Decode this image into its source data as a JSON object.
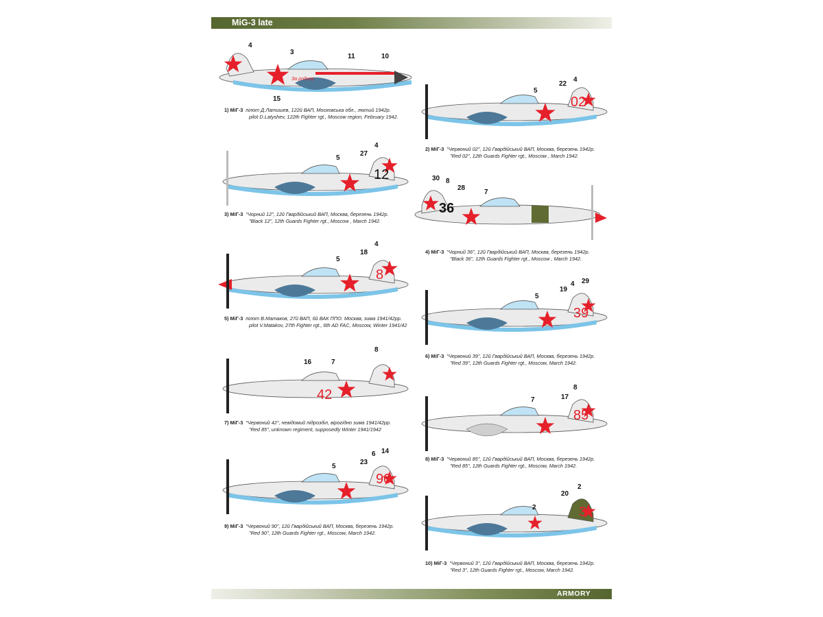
{
  "header": {
    "title": "MiG-3 late"
  },
  "footer": {
    "brand": "ARMORY"
  },
  "colors": {
    "star": "#e5202a",
    "underside": "#7cc4e8",
    "metal": "#e8e8e8",
    "dark_panel": "#4d7898",
    "band": "#5f6b32"
  },
  "profiles": [
    {
      "id": 1,
      "num": "1) МіГ-3",
      "line1": "пілот Д.Латишев, 122й ВАП, Московська обл., лютий 1942р.",
      "line2": "pilot D.Latyshev, 122th Fighter rgt., Moscow region, February 1942.",
      "inscription": "За родину",
      "callouts": [
        "4",
        "3",
        "11",
        "10",
        "15"
      ]
    },
    {
      "id": 2,
      "num": "2) МіГ-3",
      "line1": "\"Червоний 02\", 12й Гвардійський ВАП, Москва, березень 1942р.",
      "line2": "\"Red 02\", 12th Guards Fighter rgt., Moscow , March 1942.",
      "tail_number": "02",
      "callouts": [
        "5",
        "22",
        "4"
      ]
    },
    {
      "id": 3,
      "num": "3) МіГ-3",
      "line1": "\"Чорний 12\", 12й Гвардійський ВАП, Москва, березень 1942р.",
      "line2": "\"Black 12\", 12th Guards Fighter rgt., Moscow , March 1942.",
      "tail_number": "12",
      "callouts": [
        "5",
        "27",
        "4"
      ]
    },
    {
      "id": 4,
      "num": "4) МіГ-3",
      "line1": "\"Чорний 36\", 12й Гвардійський ВАП, Москва, березень 1942р.",
      "line2": "\"Black 36\", 12th Guards Fighter rgt., Moscow , March 1942.",
      "tail_number": "36",
      "callouts": [
        "30",
        "8",
        "28",
        "7"
      ]
    },
    {
      "id": 5,
      "num": "5) МіГ-3",
      "line1": "пілот В.Матаков, 27й ВАП, 6й ВАК ППО. Москва, зима 1941/42рр.",
      "line2": "pilot V.Matakov, 27th Fighter rgt., 6th AD FAC, Moscow, Winter 1941/42",
      "tail_number": "8",
      "callouts": [
        "5",
        "18",
        "4"
      ]
    },
    {
      "id": 6,
      "num": "6) МіГ-3",
      "line1": "\"Червоний 39\", 12й Гвардійський ВАП, Москва, березень 1942р.",
      "line2": "\"Red 39\", 12th Guards Fighter rgt., Moscow, March 1942.",
      "tail_number": "39",
      "callouts": [
        "5",
        "19",
        "4",
        "29"
      ]
    },
    {
      "id": 7,
      "num": "7) МіГ-3",
      "line1": "\"Червоний 42\", невідомий підрозділ, вірогідно зима 1941/42рр.",
      "line2": "\"Red 85\", unknown regiment, supposedly Winter 1941/1942",
      "tail_number": "42",
      "callouts": [
        "16",
        "7",
        "8"
      ]
    },
    {
      "id": 8,
      "num": "8) МіГ-3",
      "line1": "\"Червоний 85\", 12й Гвардійський ВАП, Москва, березень 1942р.",
      "line2": "\"Red 85\", 12th Guards Fighter rgt., Moscow, March 1942.",
      "tail_number": "85",
      "callouts": [
        "7",
        "17",
        "8"
      ]
    },
    {
      "id": 9,
      "num": "9) МіГ-3",
      "line1": "\"Червоний 90\", 12й Гвардійський ВАП, Москва, березень 1942р.",
      "line2": "\"Red 90\", 12th Guards Fighter rgt., Moscow, March 1942.",
      "tail_number": "90",
      "callouts": [
        "5",
        "23",
        "6",
        "14"
      ]
    },
    {
      "id": 10,
      "num": "10) МіГ-3",
      "line1": "\"Червоний 3\", 12й Гвардійський ВАП, Москва, березень 1942р.",
      "line2": "\"Red 3\", 12th Guards Fighter rgt., Moscow, March 1942.",
      "tail_number": "3",
      "callouts": [
        "2",
        "20",
        "2"
      ]
    }
  ]
}
